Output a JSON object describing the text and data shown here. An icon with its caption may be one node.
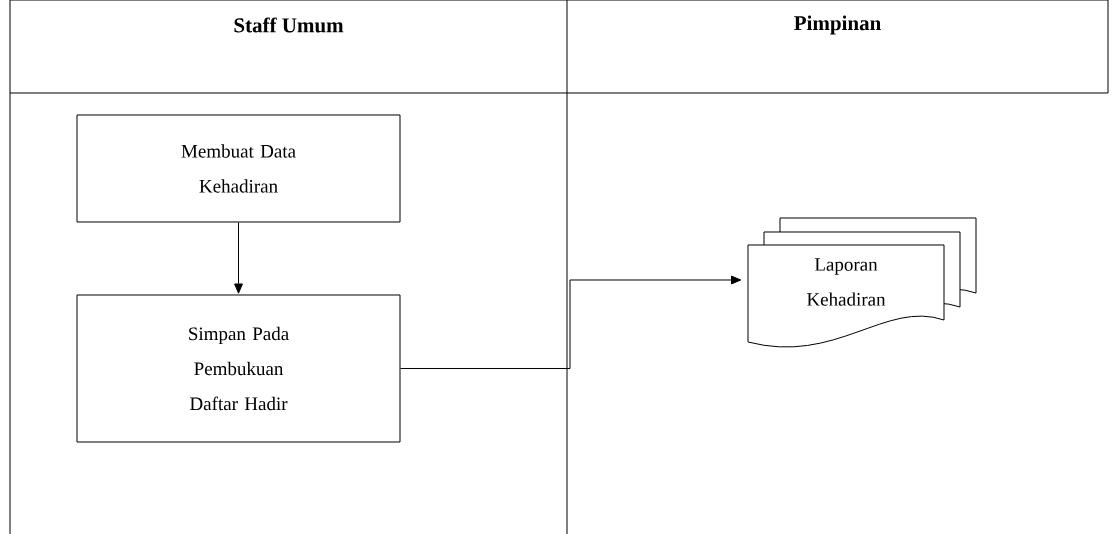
{
  "diagram": {
    "nodes": [
      {
        "text": [
          "Staff Umum"
        ]
      },
      {
        "text": [
          "Pimpinan"
        ]
      },
      {
        "text": [
          "Membuat Data Kehadiran"
        ],
        "in": 0
      },
      {
        "text": [
          "Simpan Pada Pembukuan Daftar Hadir"
        ],
        "in": 0
      },
      {
        "text": [
          "Laporan Kehadiran"
        ],
        "in": 1
      }
    ],
    "edges": [
      {
        "from": 2,
        "to": 3,
        "arrow": "to"
      },
      {
        "from": 3,
        "to": 4,
        "arrow": "to"
      }
    ]
  }
}
